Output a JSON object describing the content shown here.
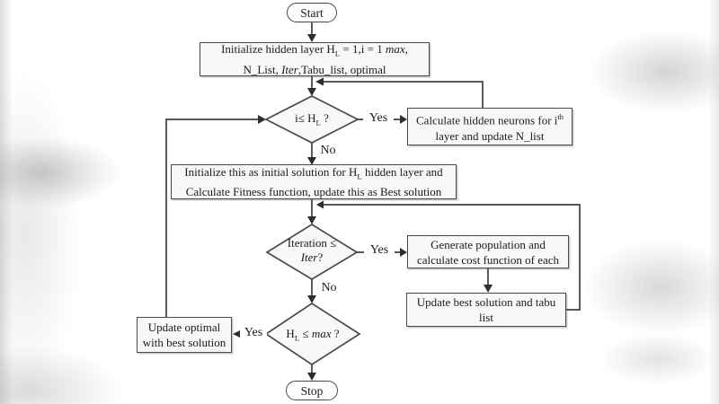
{
  "colors": {
    "line": "#3f3f3f",
    "box_border": "#4a4a4a",
    "box_fill": "#f8f8f8",
    "text": "#1b1b1b",
    "background": "#ffffff"
  },
  "nodes": {
    "start": {
      "label": "Start"
    },
    "init_params": {
      "line1": {
        "a": "Initialize hidden layer H",
        "sub": "L",
        "b": " = 1,i = 1 ",
        "i": "max",
        "c": ","
      },
      "line2": {
        "a": "N_List, ",
        "i": "Iter",
        "b": ",Tabu_list, optimal"
      }
    },
    "hl_check": {
      "a": "i≤ H",
      "sub": "L",
      "b": " ?"
    },
    "calc_neurons": {
      "line1": {
        "a": "Calculate hidden neurons for i",
        "sup": "th"
      },
      "line2": "layer and update N_list"
    },
    "init_solution": {
      "line1": {
        "a": "Initialize this as initial solution for H",
        "sub": "L",
        "b": " hidden layer and"
      },
      "line2": "Calculate Fitness function, update this as Best solution"
    },
    "iter_check": {
      "line1": "Iteration ≤",
      "line2": {
        "i": "Iter",
        "b": "?"
      }
    },
    "generate_pop": {
      "line1": "Generate population and",
      "line2": "calculate cost function of each"
    },
    "update_tabu": {
      "line1": "Update best solution and tabu",
      "line2": "list"
    },
    "hl_max_check": {
      "a": "H",
      "sub": "L",
      "b": " ≤ ",
      "i": "max",
      "c": " ?"
    },
    "update_optimal": {
      "line1": "Update optimal",
      "line2": "with best solution"
    },
    "stop": {
      "label": "Stop"
    }
  },
  "edge_labels": {
    "hl_yes": "Yes",
    "hl_no": "No",
    "iter_yes": "Yes",
    "iter_no": "No",
    "max_yes": "Yes"
  }
}
